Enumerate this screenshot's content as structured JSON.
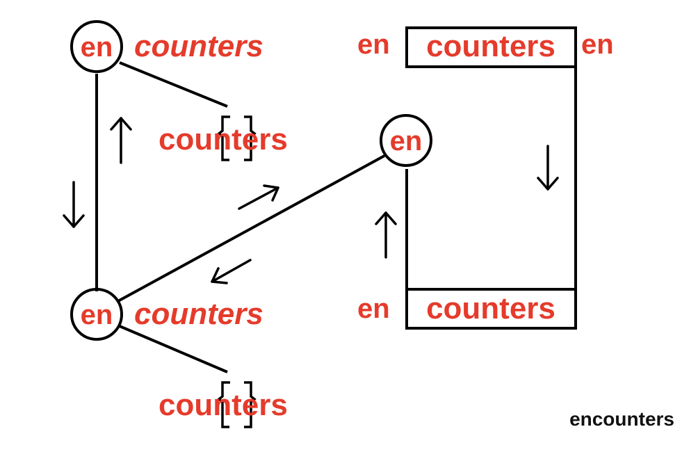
{
  "diagram": {
    "nodes": {
      "top_left_en": "en",
      "top_left_word": "counters",
      "branch_top_word": "counters",
      "center_en": "en",
      "bottom_left_en": "en",
      "bottom_left_word": "counters",
      "branch_bottom_word": "counters",
      "right_top_left_en": "en",
      "right_top_box_word": "counters",
      "right_top_right_en": "en",
      "right_bottom_en": "en",
      "right_bottom_box_word": "counters"
    },
    "caption": "encounters",
    "arrows": {
      "left_up": "↑",
      "left_down": "↓",
      "diag_forward": "↗",
      "diag_back": "↙",
      "right_up": "↑",
      "right_down": "↓"
    }
  },
  "colors": {
    "accent": "#e53b2b",
    "line": "#000000"
  }
}
